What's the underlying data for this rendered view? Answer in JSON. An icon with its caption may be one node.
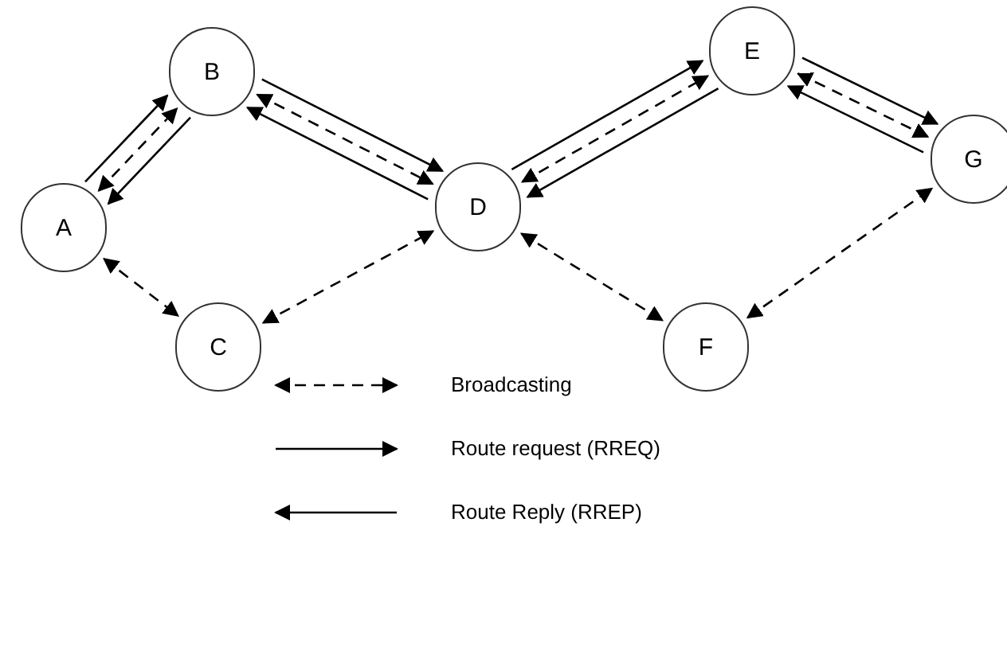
{
  "diagram": {
    "nodes": [
      {
        "text": [
          "A"
        ]
      },
      {
        "text": [
          "B"
        ]
      },
      {
        "text": [
          "C"
        ]
      },
      {
        "text": [
          "D"
        ]
      },
      {
        "text": [
          "E"
        ]
      },
      {
        "text": [
          "F"
        ]
      },
      {
        "text": [
          "G"
        ]
      }
    ],
    "edges": [
      {
        "from": 0,
        "to": 1,
        "arrow": "to"
      },
      {
        "from": 0,
        "to": 1,
        "arrow": "both",
        "style": "dashed"
      },
      {
        "from": 1,
        "to": 0,
        "arrow": "to"
      },
      {
        "from": 0,
        "to": 2,
        "arrow": "both",
        "style": "dashed"
      },
      {
        "from": 1,
        "to": 3,
        "arrow": "to"
      },
      {
        "from": 1,
        "to": 3,
        "arrow": "both",
        "style": "dashed"
      },
      {
        "from": 3,
        "to": 1,
        "arrow": "to"
      },
      {
        "from": 2,
        "to": 3,
        "arrow": "both",
        "style": "dashed"
      },
      {
        "from": 3,
        "to": 4,
        "arrow": "to"
      },
      {
        "from": 3,
        "to": 4,
        "arrow": "both",
        "style": "dashed"
      },
      {
        "from": 4,
        "to": 3,
        "arrow": "to"
      },
      {
        "from": 3,
        "to": 5,
        "arrow": "both",
        "style": "dashed"
      },
      {
        "from": 4,
        "to": 6,
        "arrow": "to"
      },
      {
        "from": 4,
        "to": 6,
        "arrow": "both",
        "style": "dashed"
      },
      {
        "from": 6,
        "to": 4,
        "arrow": "to"
      },
      {
        "from": 5,
        "to": 6,
        "arrow": "both",
        "style": "dashed"
      }
    ],
    "legend": [
      {
        "text": "Broadcasting"
      },
      {
        "text": "Route request (RREQ)"
      },
      {
        "text": "Route Reply (RREP)"
      }
    ]
  }
}
